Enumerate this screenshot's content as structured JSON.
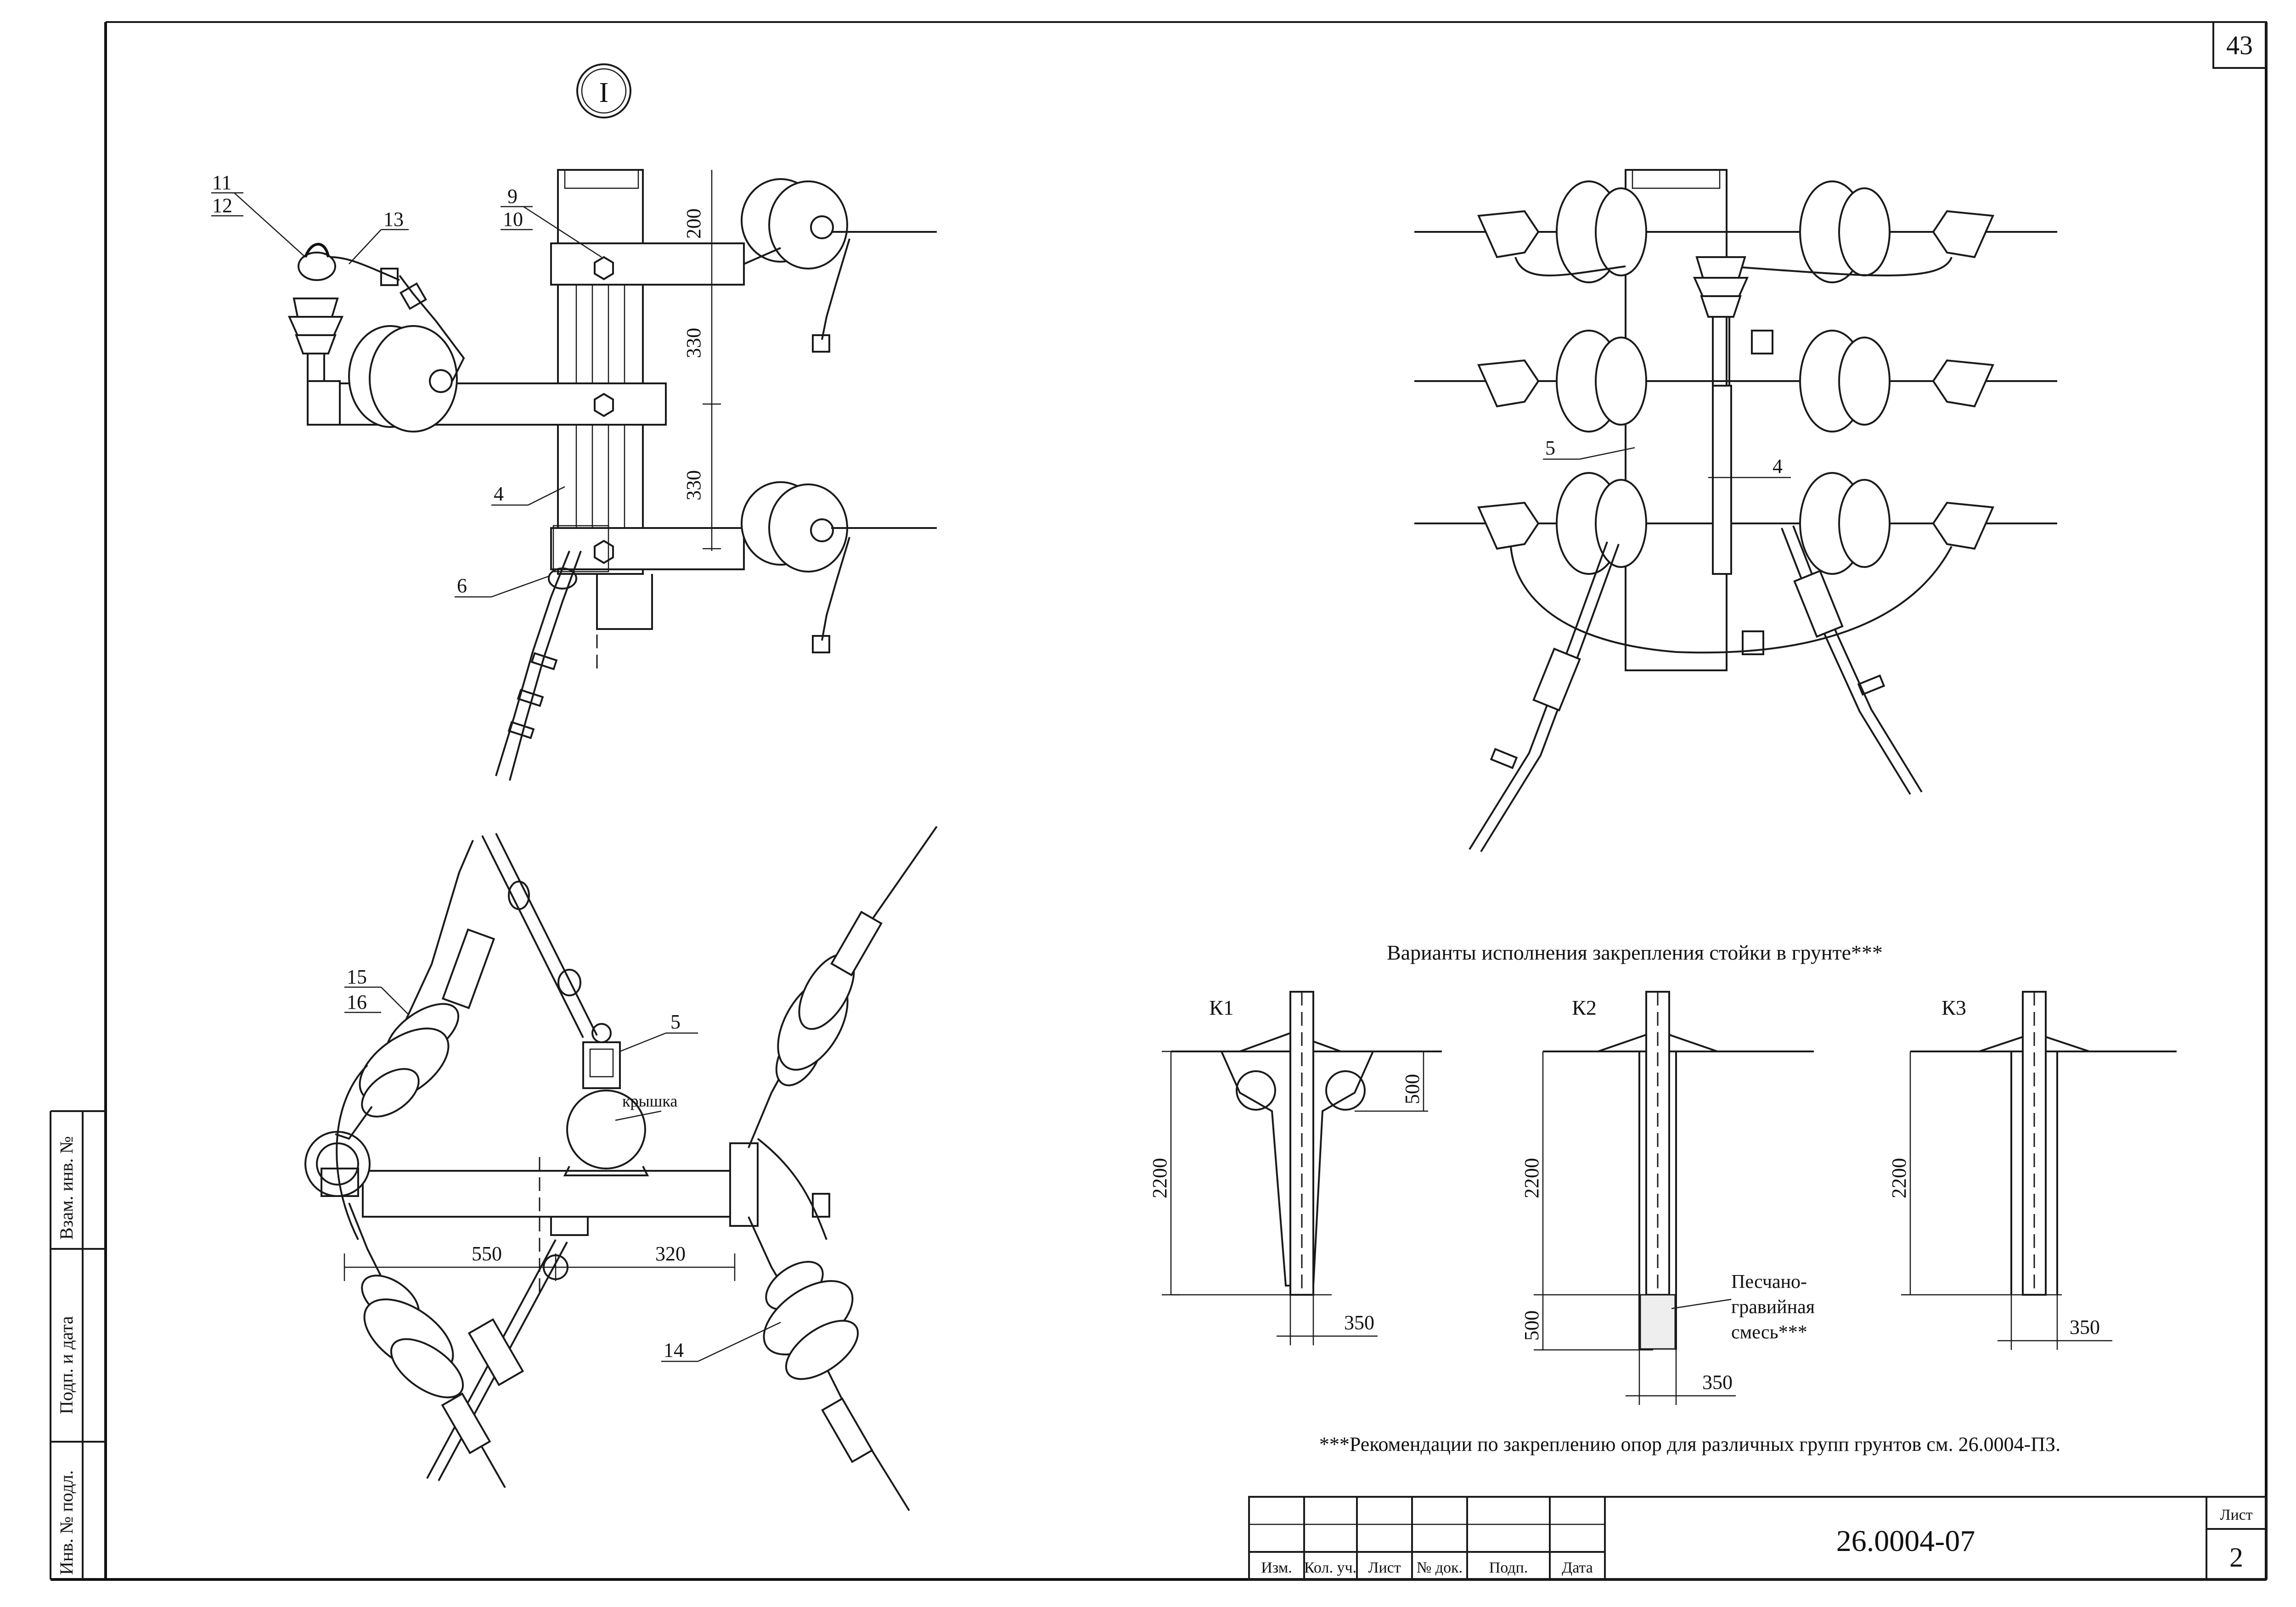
{
  "sheet": {
    "page_number": "43",
    "document_code": "26.0004-07",
    "sheet_label": "Лист",
    "sheet_number": "2"
  },
  "stamp_columns": [
    "Изм.",
    "Кол. уч.",
    "Лист",
    "№ док.",
    "Подп.",
    "Дата"
  ],
  "side_stamp": [
    "Взам. инв. №",
    "Подп. и дата",
    "Инв. № подл."
  ],
  "views": {
    "detail_marker": "I",
    "callouts_top_left": [
      "11",
      "12",
      "13",
      "9",
      "10",
      "4",
      "6"
    ],
    "dims_top_left": [
      "200",
      "330",
      "330"
    ],
    "callouts_top_right": [
      "5",
      "4"
    ],
    "callouts_bottom_left": [
      "15",
      "16",
      "5",
      "14"
    ],
    "cover_label": "крышка",
    "dims_bottom_left": [
      "550",
      "320"
    ]
  },
  "foundation": {
    "title": "Варианты исполнения закрепления стойки в грунте***",
    "variants": [
      {
        "label": "К1",
        "depth": "2200",
        "width": "350",
        "extra_dim": "500"
      },
      {
        "label": "К2",
        "depth": "2200",
        "width": "350",
        "extra_dim": "500",
        "fill_label_1": "Песчано-",
        "fill_label_2": "гравийная",
        "fill_label_3": "смесь***"
      },
      {
        "label": "К3",
        "depth": "2200",
        "width": "350"
      }
    ],
    "footnote": "***Рекомендации по закреплению опор для различных групп грунтов см. 26.0004-ПЗ."
  }
}
